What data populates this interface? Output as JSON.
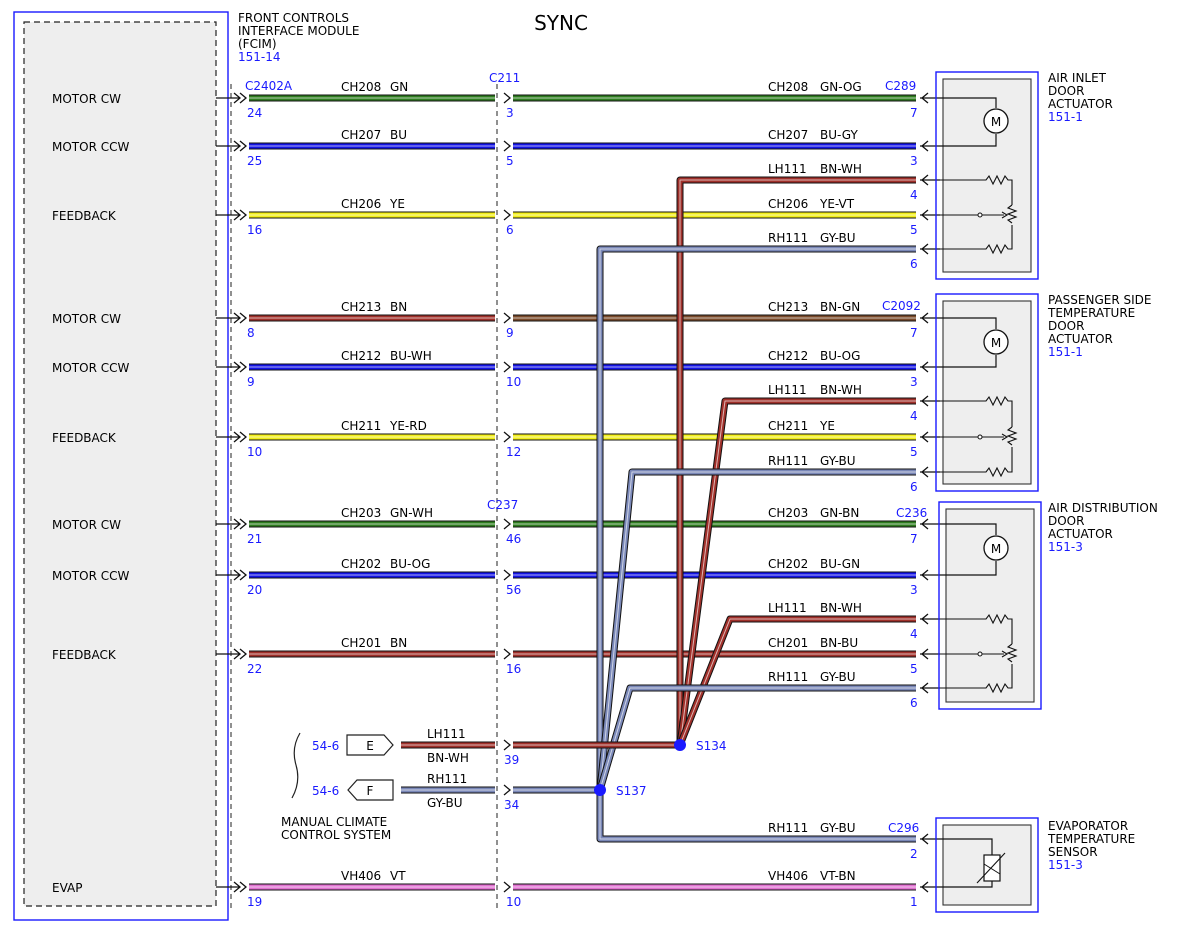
{
  "title": "SYNC",
  "module": {
    "name_lines": [
      "FRONT CONTROLS",
      "INTERFACE MODULE",
      "(FCIM)"
    ],
    "ref": "151-14"
  },
  "connectors": {
    "left": "C2402A",
    "c211": "C211",
    "c237": "C237"
  },
  "colors": {
    "GN": "#2e7d1f",
    "GN-OG": "#2e7d1f",
    "BU": "#1515e6",
    "BU-GY": "#1515e6",
    "YE": "#f2ee1a",
    "YE-VT": "#f2ee1a",
    "BN": "#a0302a",
    "BN-GN": "#7a4a2a",
    "BU-WH": "#1515e6",
    "BU-OG": "#1515e6",
    "YE-RD": "#f2ee1a",
    "GN-WH": "#2e7d1f",
    "GN-BN": "#2e7d1f",
    "BU-GN": "#1515e6",
    "BN-BU": "#a0302a",
    "BN-WH": "#a0302a",
    "GY-BU": "#7a88b8",
    "VT": "#e070d0",
    "VT-BN": "#e070d0"
  },
  "wires": [
    {
      "pin_label": "MOTOR CW",
      "circuit": "CH208",
      "color": "GN",
      "left_pin": "24",
      "mid_pin": "3",
      "right_circuit": "CH208",
      "right_color": "GN-OG",
      "right_pin": "7"
    },
    {
      "pin_label": "MOTOR CCW",
      "circuit": "CH207",
      "color": "BU",
      "left_pin": "25",
      "mid_pin": "5",
      "right_circuit": "CH207",
      "right_color": "BU-GY",
      "right_pin": "3"
    },
    {
      "pin_label": "FEEDBACK",
      "circuit": "CH206",
      "color": "YE",
      "left_pin": "16",
      "mid_pin": "6",
      "right_circuit": "CH206",
      "right_color": "YE-VT",
      "right_pin": "5"
    },
    {
      "pin_label": "MOTOR CW",
      "circuit": "CH213",
      "color": "BN",
      "left_pin": "8",
      "mid_pin": "9",
      "right_circuit": "CH213",
      "right_color": "BN-GN",
      "right_pin": "7"
    },
    {
      "pin_label": "MOTOR CCW",
      "circuit": "CH212",
      "color": "BU-WH",
      "left_pin": "9",
      "mid_pin": "10",
      "right_circuit": "CH212",
      "right_color": "BU-OG",
      "right_pin": "3"
    },
    {
      "pin_label": "FEEDBACK",
      "circuit": "CH211",
      "color": "YE-RD",
      "left_pin": "10",
      "mid_pin": "12",
      "right_circuit": "CH211",
      "right_color": "YE",
      "right_pin": "5"
    },
    {
      "pin_label": "MOTOR CW",
      "circuit": "CH203",
      "color": "GN-WH",
      "left_pin": "21",
      "mid_pin": "46",
      "right_circuit": "CH203",
      "right_color": "GN-BN",
      "right_pin": "7"
    },
    {
      "pin_label": "MOTOR CCW",
      "circuit": "CH202",
      "color": "BU-OG",
      "left_pin": "20",
      "mid_pin": "56",
      "right_circuit": "CH202",
      "right_color": "BU-GN",
      "right_pin": "3"
    },
    {
      "pin_label": "FEEDBACK",
      "circuit": "CH201",
      "color": "BN",
      "left_pin": "22",
      "mid_pin": "16",
      "right_circuit": "CH201",
      "right_color": "BN-BU",
      "right_pin": "5"
    },
    {
      "pin_label": "EVAP",
      "circuit": "VH406",
      "color": "VT",
      "left_pin": "19",
      "mid_pin": "10",
      "right_circuit": "VH406",
      "right_color": "VT-BN",
      "right_pin": "1"
    }
  ],
  "supply_wires": [
    {
      "circuit": "LH111",
      "color": "BN-WH",
      "pin": "4"
    },
    {
      "circuit": "RH111",
      "color": "GY-BU",
      "pin": "6"
    },
    {
      "circuit": "LH111",
      "color": "BN-WH",
      "pin": "4"
    },
    {
      "circuit": "RH111",
      "color": "GY-BU",
      "pin": "6"
    },
    {
      "circuit": "LH111",
      "color": "BN-WH",
      "pin": "4"
    },
    {
      "circuit": "RH111",
      "color": "GY-BU",
      "pin": "6"
    },
    {
      "circuit": "RH111",
      "color": "GY-BU",
      "pin": "2"
    }
  ],
  "actuators": [
    {
      "name_lines": [
        "AIR INLET",
        "DOOR",
        "ACTUATOR"
      ],
      "ref": "151-1",
      "connector": "C289"
    },
    {
      "name_lines": [
        "PASSENGER SIDE",
        "TEMPERATURE",
        "DOOR",
        "ACTUATOR"
      ],
      "ref": "151-1",
      "connector": "C2092"
    },
    {
      "name_lines": [
        "AIR DISTRIBUTION",
        "DOOR",
        "ACTUATOR"
      ],
      "ref": "151-3",
      "connector": "C236"
    },
    {
      "name_lines": [
        "EVAPORATOR",
        "TEMPERATURE",
        "SENSOR"
      ],
      "ref": "151-3",
      "connector": "C296"
    }
  ],
  "splices": [
    {
      "id": "S134",
      "circuit": "LH111",
      "color": "BN-WH",
      "mid_pin": "39",
      "offpage_ref": "54-6",
      "offpage_letter": "E"
    },
    {
      "id": "S137",
      "circuit": "RH111",
      "color": "GY-BU",
      "mid_pin": "34",
      "offpage_ref": "54-6",
      "offpage_letter": "F"
    }
  ],
  "manual_system_lines": [
    "MANUAL CLIMATE",
    "CONTROL SYSTEM"
  ]
}
